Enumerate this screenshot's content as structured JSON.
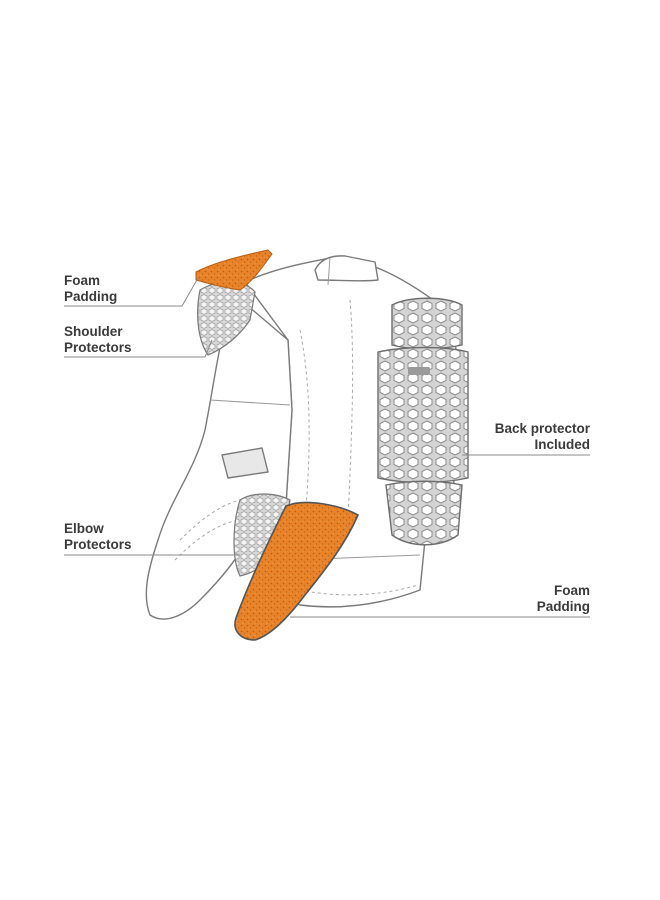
{
  "callouts": {
    "foam_padding_shoulder": {
      "line1": "Foam",
      "line2": "Padding"
    },
    "shoulder_protectors": {
      "line1": "Shoulder",
      "line2": "Protectors"
    },
    "back_protector": {
      "line1": "Back protector",
      "line2": "Included"
    },
    "elbow_protectors": {
      "line1": "Elbow",
      "line2": "Protectors"
    },
    "foam_padding_elbow": {
      "line1": "Foam",
      "line2": "Padding"
    }
  },
  "colors": {
    "foam": "#e8832a",
    "foam_dots": "#b85a10",
    "outline": "#7a7a7a",
    "protector_fill": "#d6d6d6",
    "leader_line": "#8a8a8a",
    "label_text": "#3a3a3a"
  }
}
